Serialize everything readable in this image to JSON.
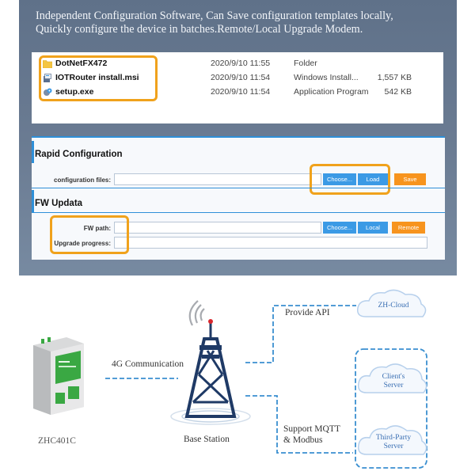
{
  "headline": {
    "line1": "Independent Configuration Software, Can Save configuration templates locally,",
    "line2": "Quickly configure the device in batches.Remote/Local Upgrade Modem."
  },
  "files": [
    {
      "name": "DotNetFX472",
      "date": "2020/9/10 11:55",
      "type": "Folder",
      "size": "",
      "icon": "folder-icon"
    },
    {
      "name": "IOTRouter install.msi",
      "date": "2020/9/10 11:54",
      "type": "Windows Install...",
      "size": "1,557 KB",
      "icon": "installer-icon"
    },
    {
      "name": "setup.exe",
      "date": "2020/9/10 11:54",
      "type": "Application Program",
      "size": "542 KB",
      "icon": "setup-icon"
    }
  ],
  "rapid_config": {
    "title": "Rapid Configuration",
    "config_files_label": "configuration files:",
    "config_files_value": "",
    "choose_label": "Choose...",
    "load_label": "Load",
    "save_label": "Save"
  },
  "fw_update": {
    "title": "FW Updata",
    "fw_path_label": "FW path:",
    "fw_path_value": "",
    "choose_label": "Choose...",
    "local_label": "Local",
    "remote_label": "Remote",
    "progress_label": "Upgrade progress:"
  },
  "diagram": {
    "device_label": "ZHC401C",
    "comm_label": "4G Communication",
    "station_label": "Base Station",
    "provide_api_label": "Provide API",
    "mqtt_line1": "Support MQTT",
    "mqtt_line2": "& Modbus",
    "cloud_zh": "ZH-Cloud",
    "cloud_client_line1": "Client's",
    "cloud_client_line2": "Server",
    "cloud_third_line1": "Third-Party",
    "cloud_third_line2": "Server"
  },
  "colors": {
    "panel": "#6b7c93",
    "accent_blue": "#3b9ae5",
    "accent_orange": "#f7941e",
    "highlight": "#f0a21c",
    "dashed_line": "#3a8fd0"
  }
}
